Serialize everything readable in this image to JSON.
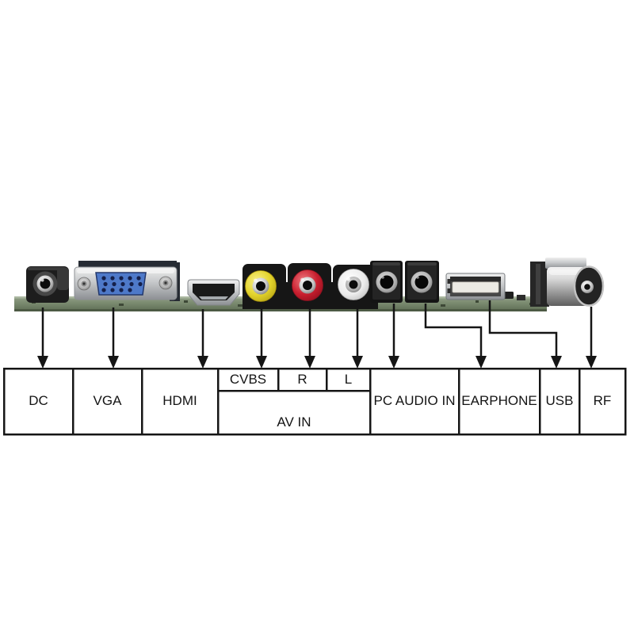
{
  "diagram_title": "lcd-controller-board-ports",
  "ports": [
    {
      "label": "DC",
      "connector": "dc-power-jack"
    },
    {
      "label": "VGA",
      "connector": "vga-d-sub-15"
    },
    {
      "label": "HDMI",
      "connector": "hdmi-port"
    },
    {
      "label": "CVBS",
      "connector": "rca-yellow"
    },
    {
      "label": "R",
      "connector": "rca-red"
    },
    {
      "label": "L",
      "connector": "rca-white"
    },
    {
      "label": "AV IN",
      "connector": "rca-group"
    },
    {
      "label": "PC AUDIO IN",
      "connector": "audio-jack-3-5mm"
    },
    {
      "label": "EARPHONE",
      "connector": "audio-jack-3-5mm"
    },
    {
      "label": "USB",
      "connector": "usb-a-port"
    },
    {
      "label": "RF",
      "connector": "rf-coax-antenna"
    }
  ],
  "colors": {
    "background": "#ffffff",
    "line": "#151515",
    "pcb_green": "#7c8c74",
    "vga_blue": "#4e79c9",
    "rca_yellow": "#e3d32c",
    "rca_red": "#c91f2f",
    "rca_white": "#efefef",
    "metal_silver": "#c7c9cb",
    "housing_black": "#161616"
  }
}
